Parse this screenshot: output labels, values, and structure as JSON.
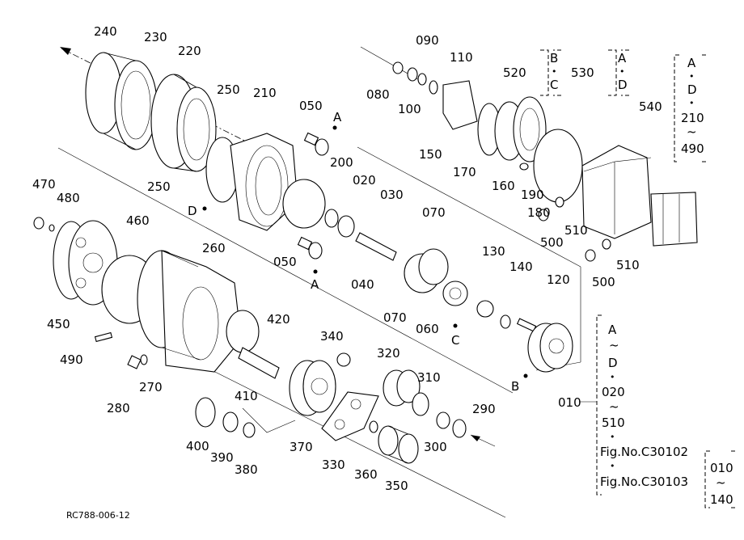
{
  "labels": {
    "p240": "240",
    "p230": "230",
    "p220": "220",
    "p250a": "250",
    "p210": "210",
    "p050a": "050",
    "pA1": "A",
    "p080": "080",
    "p090": "090",
    "p100": "100",
    "p110": "110",
    "p520": "520",
    "pB1": "B",
    "pC1": "C",
    "p530": "530",
    "pA2": "A",
    "pD1": "D",
    "p540": "540",
    "pA3": "A",
    "pD2": "D",
    "p210b": "210",
    "p490a": "490",
    "p150": "150",
    "p170": "170",
    "p160": "160",
    "p190": "190",
    "p180": "180",
    "p510a": "510",
    "p500a": "500",
    "p510b": "510",
    "p500b": "500",
    "p200": "200",
    "p020": "020",
    "p030": "030",
    "p070a": "070",
    "p250b": "250",
    "pD3": "D",
    "p470": "470",
    "p480": "480",
    "p460": "460",
    "p260": "260",
    "p050b": "050",
    "pA4": "A",
    "p040": "040",
    "p130": "130",
    "p140": "140",
    "p120": "120",
    "p450": "450",
    "p070b": "070",
    "p060": "060",
    "pC2": "C",
    "p420": "420",
    "p490b": "490",
    "p340": "340",
    "p320": "320",
    "p310": "310",
    "p280": "280",
    "p270": "270",
    "p410": "410",
    "pB2": "B",
    "p290": "290",
    "p400": "400",
    "p390": "390",
    "p380": "380",
    "p370": "370",
    "p300": "300",
    "p330": "330",
    "p360": "360",
    "p350": "350",
    "p010a": "010",
    "pA5": "A",
    "pD4": "D",
    "p020b": "020",
    "p510c": "510",
    "fig1": "Fig.No.C30102",
    "fig2": "Fig.No.C30103",
    "p010b": "010",
    "p140b": "140",
    "tilde": "~",
    "dot": "•",
    "ref": "RC788-006-12"
  },
  "colors": {
    "ink": "#000000",
    "paper": "#ffffff"
  }
}
